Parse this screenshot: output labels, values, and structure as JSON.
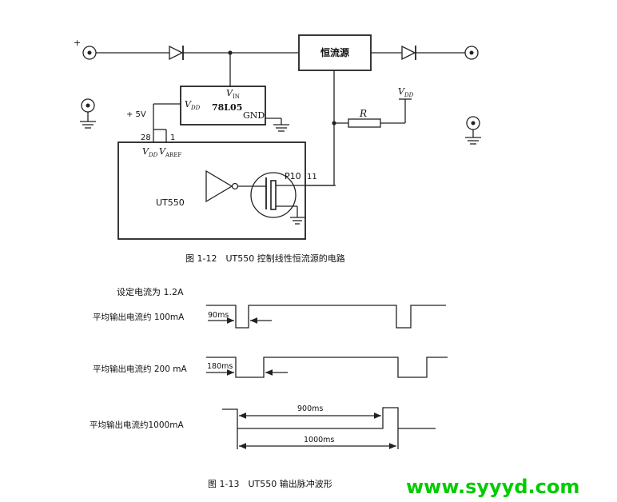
{
  "circuit": {
    "plus_sign": "+",
    "regulator_part": "78L05",
    "regulator_vin": "V",
    "regulator_vin_sub": "IN",
    "regulator_vdd": "V",
    "regulator_vdd_sub": "DD",
    "regulator_gnd": "GND",
    "supply_label": "+ 5V",
    "pin_28": "28",
    "pin_1": "1",
    "mcu_vdd": "V",
    "mcu_vdd_sub": "DD",
    "mcu_varef": "V",
    "mcu_varef_sub": "AREF",
    "mcu_name": "UT550",
    "port_pin": "P10",
    "port_pin_num": "11",
    "current_source": "恒流源",
    "resistor": "R",
    "pullup_vdd": "V",
    "pullup_vdd_sub": "DD",
    "caption": "图 1-12　UT550 控制线性恒流源的电路"
  },
  "waveforms": {
    "setting": "设定电流为 1.2A",
    "rows": [
      {
        "label": "平均输出电流约 100mA",
        "duration": "90ms"
      },
      {
        "label": "平均输出电流约 200 mA",
        "duration": "180ms"
      },
      {
        "label": "平均输出电流约1000mA",
        "duration_high": "900ms",
        "duration_period": "1000ms"
      }
    ],
    "caption": "图 1-13　UT550 输出脉冲波形"
  },
  "watermark": "www.syyyd.com"
}
